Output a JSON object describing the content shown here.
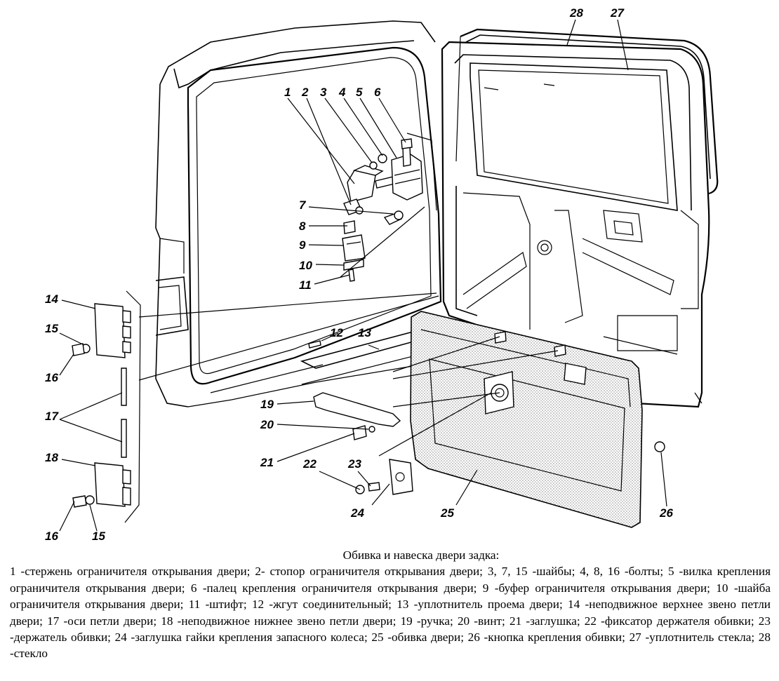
{
  "figure": {
    "callouts": [
      {
        "id": "c1",
        "text": "1"
      },
      {
        "id": "c2",
        "text": "2"
      },
      {
        "id": "c3",
        "text": "3"
      },
      {
        "id": "c4",
        "text": "4"
      },
      {
        "id": "c5",
        "text": "5"
      },
      {
        "id": "c6",
        "text": "6"
      },
      {
        "id": "c7",
        "text": "7"
      },
      {
        "id": "c8",
        "text": "8"
      },
      {
        "id": "c9",
        "text": "9"
      },
      {
        "id": "c10",
        "text": "10"
      },
      {
        "id": "c11",
        "text": "11"
      },
      {
        "id": "c12",
        "text": "12"
      },
      {
        "id": "c13",
        "text": "13"
      },
      {
        "id": "c14",
        "text": "14"
      },
      {
        "id": "c15a",
        "text": "15"
      },
      {
        "id": "c15b",
        "text": "15"
      },
      {
        "id": "c16a",
        "text": "16"
      },
      {
        "id": "c16b",
        "text": "16"
      },
      {
        "id": "c17",
        "text": "17"
      },
      {
        "id": "c18",
        "text": "18"
      },
      {
        "id": "c19",
        "text": "19"
      },
      {
        "id": "c20",
        "text": "20"
      },
      {
        "id": "c21",
        "text": "21"
      },
      {
        "id": "c22",
        "text": "22"
      },
      {
        "id": "c23",
        "text": "23"
      },
      {
        "id": "c24",
        "text": "24"
      },
      {
        "id": "c25",
        "text": "25"
      },
      {
        "id": "c26",
        "text": "26"
      },
      {
        "id": "c27",
        "text": "27"
      },
      {
        "id": "c28",
        "text": "28"
      }
    ]
  },
  "caption": {
    "title": "Обивка и навеска двери задка:",
    "body": "1 -стержень ограничителя открывания двери; 2- стопор ограничителя открывания двери; 3, 7, 15 -шайбы; 4, 8, 16 -болты; 5 -вилка крепления ограничителя открывания двери; 6 -палец крепления ограничителя открывания двери; 9 -буфер ограничителя открывания двери; 10 -шайба ограничителя открывания двери; 11 -штифт; 12 -жгут соединительный; 13 -уплотнитель проема двери; 14 -неподвижное верхнее звено петли двери; 17 -оси петли двери; 18 -неподвижное нижнее звено петли двери; 19 -ручка; 20 -винт; 21 -заглушка; 22 -фиксатор держателя обивки; 23 -держатель обивки; 24 -заглушка гайки крепления запасного колеса; 25 -обивка двери; 26 -кнопка крепления обивки; 27 -уплотнитель стекла; 28 -стекло"
  }
}
